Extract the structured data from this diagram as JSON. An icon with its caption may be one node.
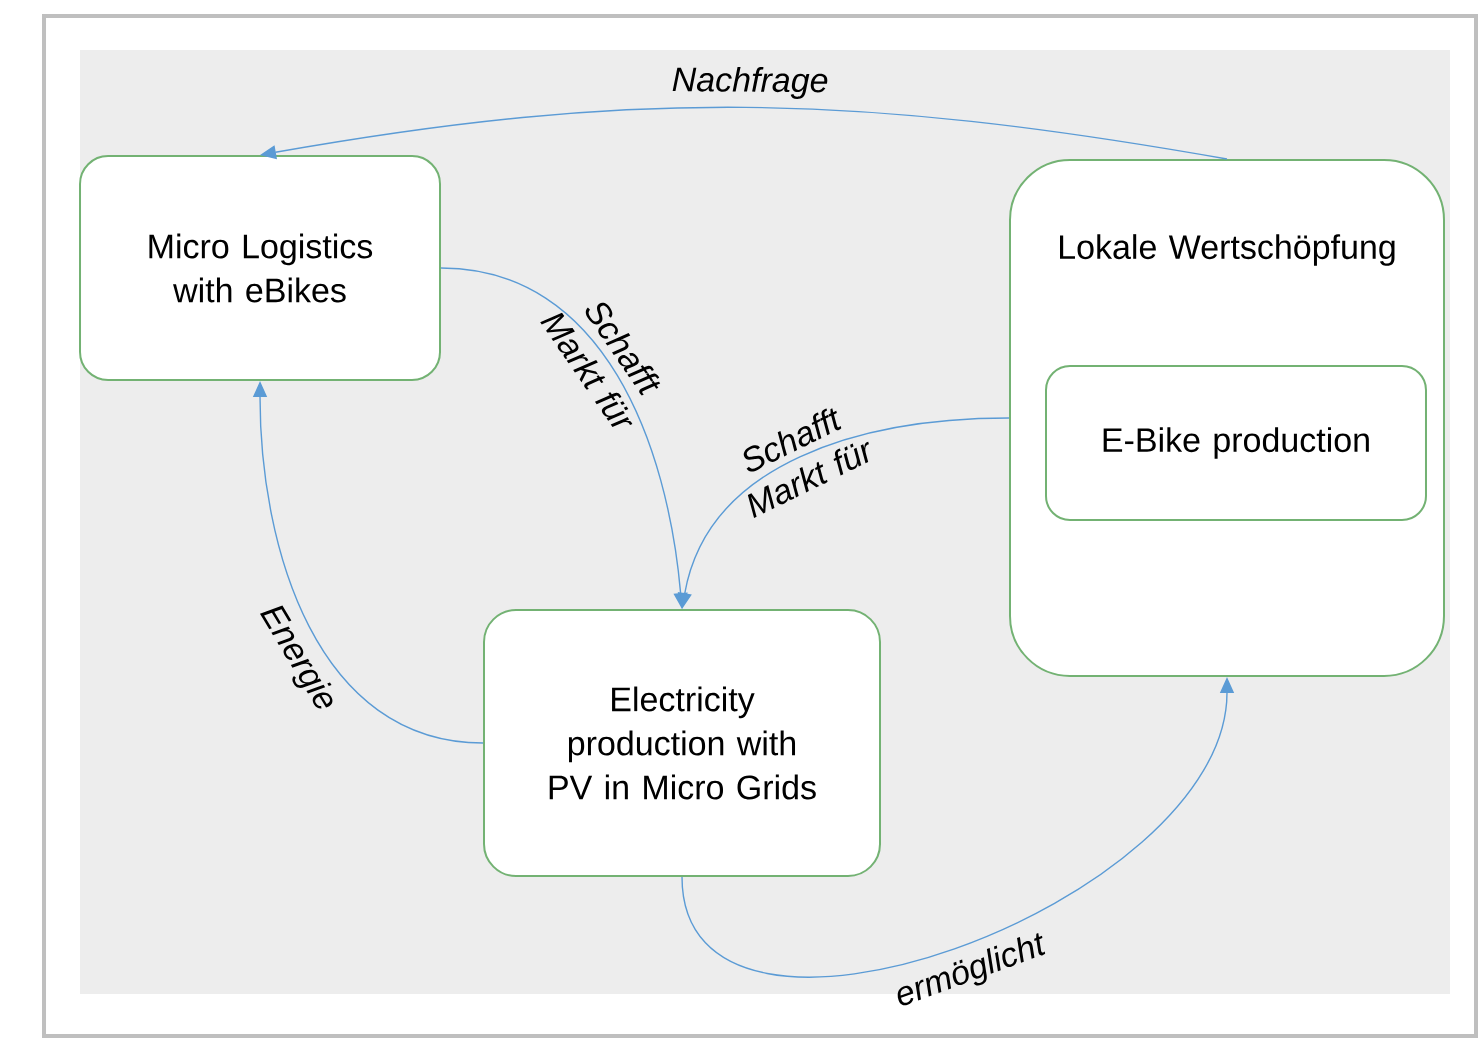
{
  "diagram": {
    "nodes": [
      {
        "text": [
          "Micro Logistics with eBikes"
        ]
      },
      {
        "text": [
          "Lokale Wertschöpfung"
        ]
      },
      {
        "text": [
          "E-Bike production"
        ],
        "in": 1
      },
      {
        "text": [
          "Electricity production with PV in Micro Grids"
        ]
      }
    ],
    "edges": [
      {
        "from": 1,
        "to": 0,
        "arrow": "to",
        "label": "Nachfrage"
      },
      {
        "from": 0,
        "to": 3,
        "arrow": "to",
        "label": "Schafft Markt für"
      },
      {
        "from": 1,
        "to": 3,
        "arrow": "to",
        "label": "Schafft Markt für"
      },
      {
        "from": 3,
        "to": 0,
        "arrow": "to",
        "label": "Energie"
      },
      {
        "from": 3,
        "to": 1,
        "arrow": "to",
        "label": "ermöglicht"
      }
    ]
  }
}
